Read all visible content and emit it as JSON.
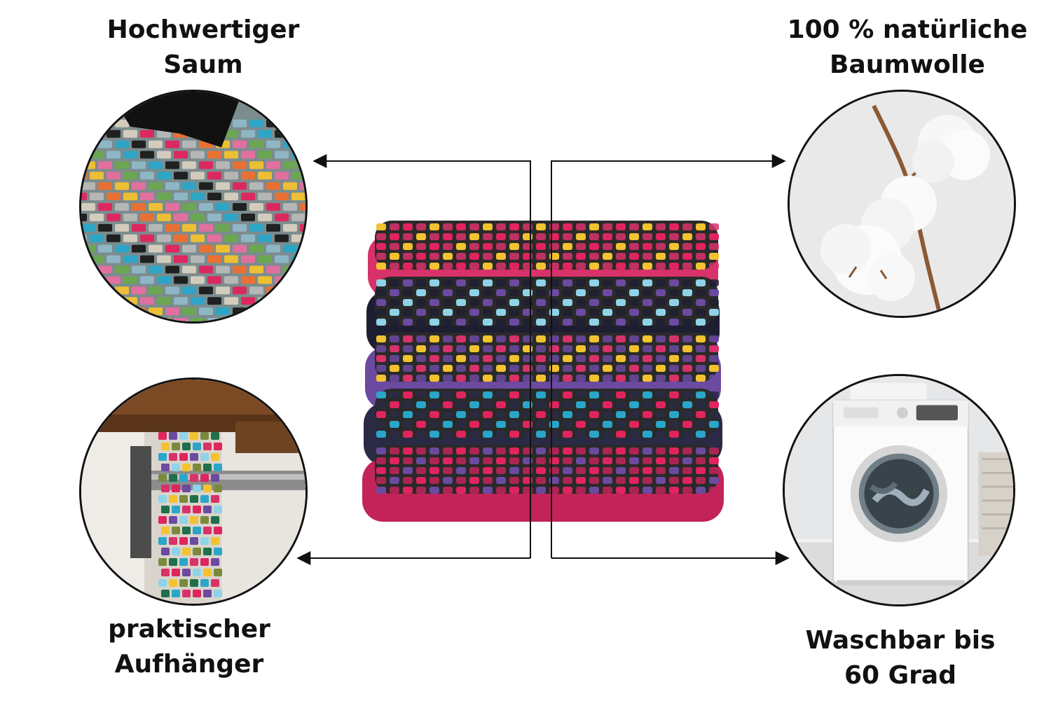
{
  "features": {
    "top_left": {
      "label": "Hochwertiger\nSaum",
      "icon": "textile-hem-closeup-image"
    },
    "top_right": {
      "label": "100 % natürliche\nBaumwolle",
      "icon": "cotton-plant-image"
    },
    "bottom_left": {
      "label": "praktischer\nAufhänger",
      "icon": "hanging-towel-image"
    },
    "bottom_right": {
      "label": "Waschbar bis\n60 Grad",
      "icon": "washing-machine-image"
    }
  },
  "product": {
    "icon": "towel-stack-image"
  },
  "colors": {
    "line": "#111111",
    "background": "#ffffff",
    "towel_palette": [
      "#e0245e",
      "#f2c230",
      "#2aa6c9",
      "#6b4aa0",
      "#7a8a3c",
      "#1a1a2e",
      "#d8326a",
      "#8fd3e8"
    ]
  }
}
